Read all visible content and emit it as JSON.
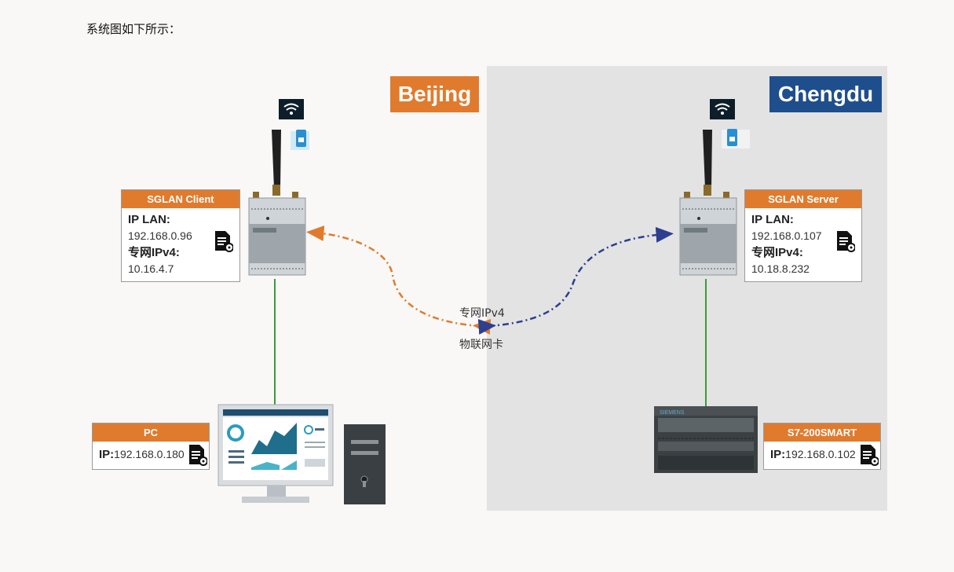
{
  "intro_text": "系统图如下所示：",
  "regions": {
    "left_city": "Beijing",
    "right_city": "Chengdu"
  },
  "client_router": {
    "title": "SGLAN Client",
    "ip_lan_label": "IP LAN:",
    "ip_lan_value": "192.168.0.96",
    "vpn_label": "专网IPv4:",
    "vpn_value": "10.16.4.7"
  },
  "server_router": {
    "title": "SGLAN Server",
    "ip_lan_label": "IP LAN:",
    "ip_lan_value": "192.168.0.107",
    "vpn_label": "专网IPv4:",
    "vpn_value": "10.18.8.232"
  },
  "pc": {
    "title": "PC",
    "ip_label": "IP:",
    "ip_value": "192.168.0.180"
  },
  "plc": {
    "title": "S7-200SMART",
    "ip_label": "IP:",
    "ip_value": "192.168.0.102"
  },
  "link": {
    "line1": "专网IPv4",
    "line2": "物联网卡"
  },
  "colors": {
    "orange": "#e07b2e",
    "blue": "#1f4e8c",
    "green_link": "#3a9a3a",
    "gray_region": "#e3e3e3"
  },
  "icons": [
    "wifi-icon",
    "sim-card-icon",
    "document-gear-icon"
  ]
}
